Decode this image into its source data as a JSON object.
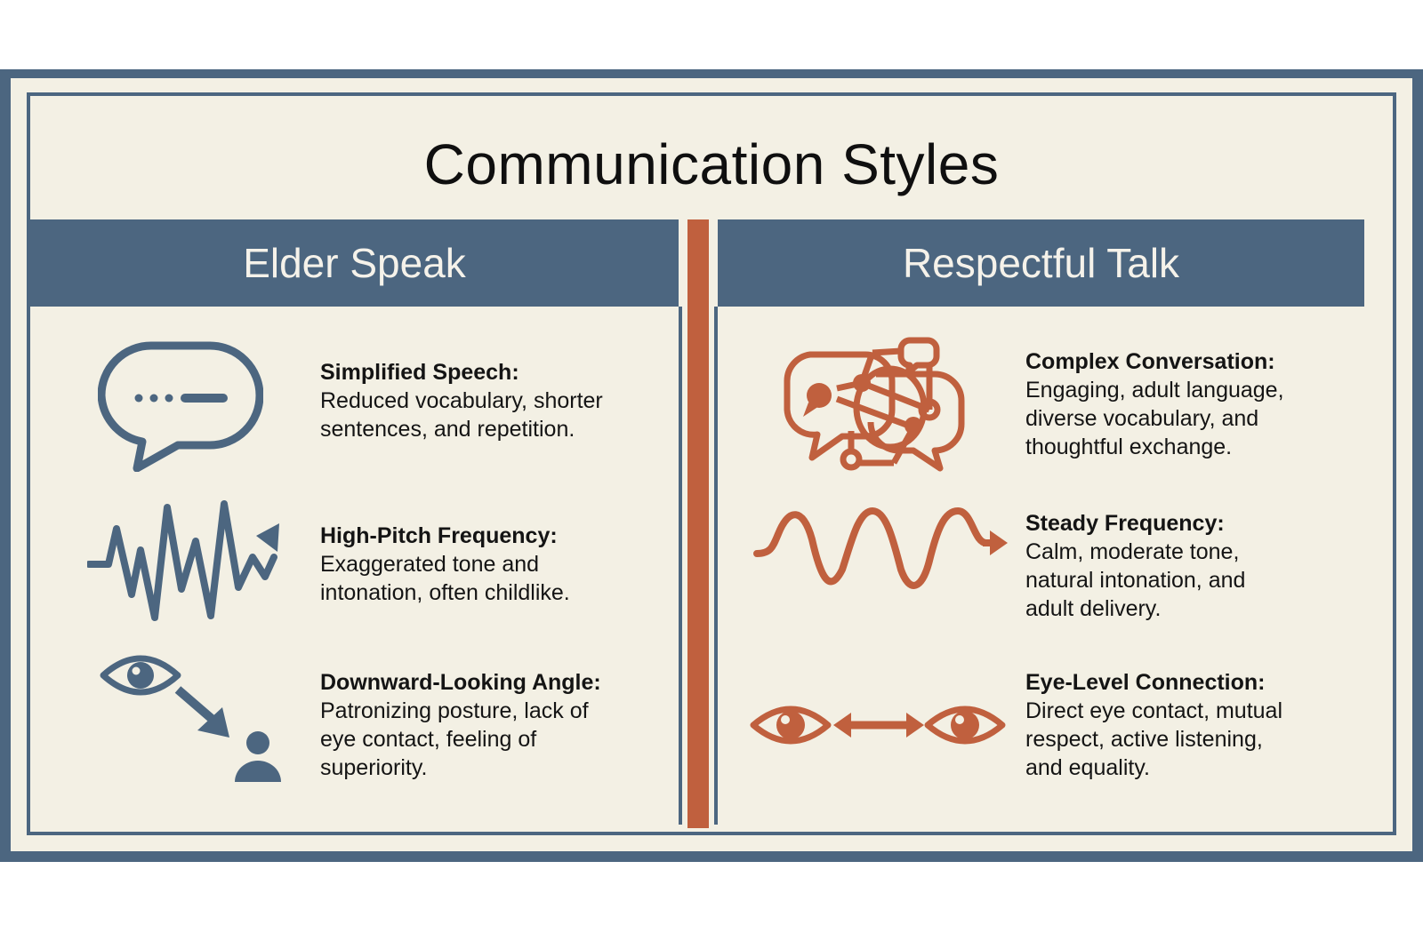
{
  "title": "Communication Styles",
  "colors": {
    "frame_blue": "#4c6680",
    "accent_orange": "#c0603e",
    "paper": "#f3f0e4",
    "text": "#141414"
  },
  "columns": [
    {
      "header": "Elder Speak",
      "items": [
        {
          "icon": "speech-bubble-ellipsis-icon",
          "label": "Simplified Speech:",
          "desc_lines": [
            "Reduced vocabulary, shorter",
            "sentences, and repetition."
          ]
        },
        {
          "icon": "erratic-waveform-arrow-icon",
          "label": "High-Pitch Frequency:",
          "desc_lines": [
            "Exaggerated tone and",
            "intonation, often childlike."
          ]
        },
        {
          "icon": "eye-looking-down-at-person-icon",
          "label": "Downward-Looking Angle:",
          "desc_lines": [
            "Patronizing posture, lack of",
            "eye contact, feeling of",
            "superiority."
          ]
        }
      ]
    },
    {
      "header": "Respectful Talk",
      "items": [
        {
          "icon": "network-conversation-bubbles-icon",
          "label": "Complex Conversation:",
          "desc_lines": [
            "Engaging, adult language,",
            "diverse vocabulary, and",
            "thoughtful exchange."
          ]
        },
        {
          "icon": "smooth-wave-arrow-icon",
          "label": "Steady Frequency:",
          "desc_lines": [
            "Calm, moderate tone,",
            "natural intonation, and",
            "adult delivery."
          ]
        },
        {
          "icon": "eyes-level-connection-icon",
          "label": "Eye-Level Connection:",
          "desc_lines": [
            "Direct eye contact, mutual",
            "respect, active listening,",
            "and equality."
          ]
        }
      ]
    }
  ]
}
